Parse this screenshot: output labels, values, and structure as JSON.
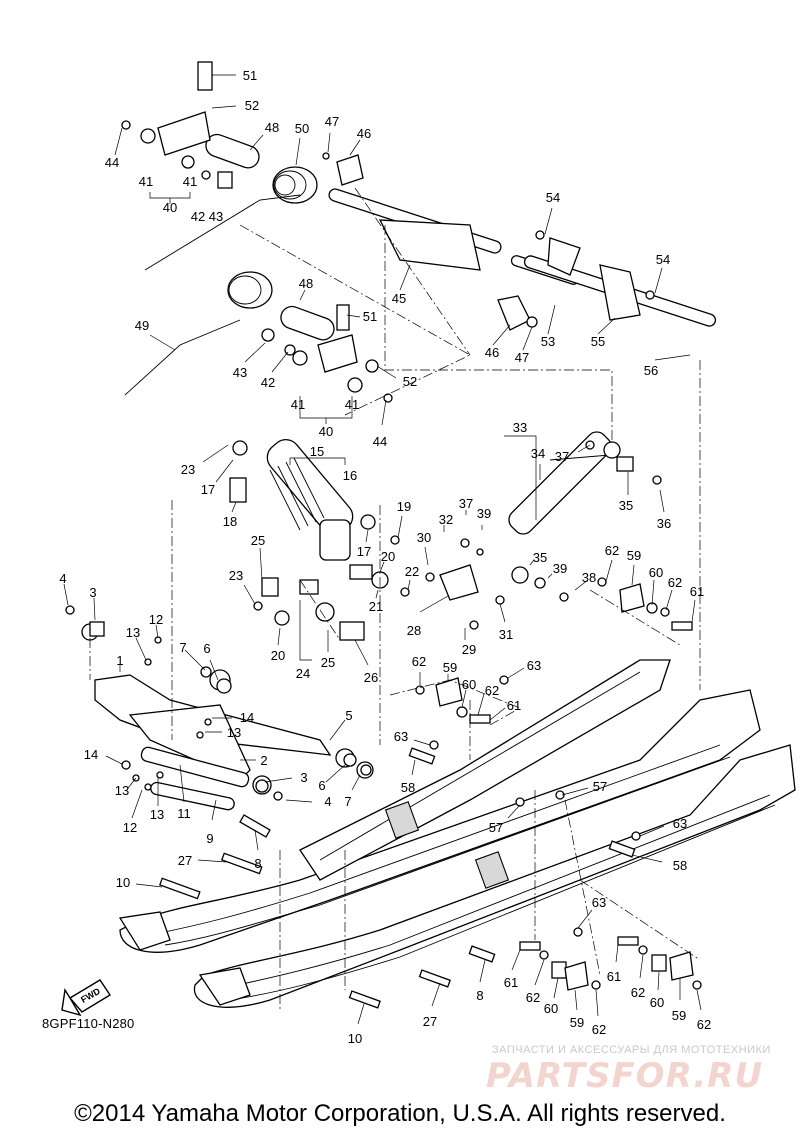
{
  "diagram": {
    "code": "8GPF110-N280",
    "direction_badge": "FWD",
    "copyright": "©2014 Yamaha Motor Corporation, U.S.A. All rights reserved.",
    "watermark": {
      "caption": "ЗАПЧАСТИ И АКСЕССУАРЫ ДЛЯ МОТОТЕХНИКИ",
      "logo": "PARTSFOR.RU"
    },
    "callouts": [
      "51",
      "52",
      "44",
      "41",
      "40",
      "41",
      "42",
      "43",
      "48",
      "50",
      "47",
      "46",
      "54",
      "54",
      "45",
      "46",
      "47",
      "53",
      "55",
      "56",
      "49",
      "48",
      "51",
      "43",
      "42",
      "41",
      "40",
      "41",
      "52",
      "44",
      "33",
      "34",
      "37",
      "35",
      "36",
      "23",
      "17",
      "15",
      "16",
      "18",
      "19",
      "17",
      "20",
      "32",
      "39",
      "37",
      "30",
      "22",
      "21",
      "35",
      "39",
      "38",
      "25",
      "23",
      "20",
      "24",
      "25",
      "26",
      "28",
      "29",
      "31",
      "62",
      "59",
      "60",
      "62",
      "61",
      "4",
      "3",
      "12",
      "13",
      "1",
      "7",
      "6",
      "5",
      "14",
      "13",
      "14",
      "2",
      "3",
      "6",
      "4",
      "7",
      "13",
      "12",
      "13",
      "11",
      "9",
      "62",
      "59",
      "60",
      "62",
      "61",
      "63",
      "63",
      "58",
      "57",
      "57",
      "63",
      "58",
      "27",
      "8",
      "10",
      "63",
      "61",
      "62",
      "60",
      "59",
      "62",
      "61",
      "62",
      "60",
      "59",
      "62",
      "8",
      "27",
      "10"
    ]
  }
}
